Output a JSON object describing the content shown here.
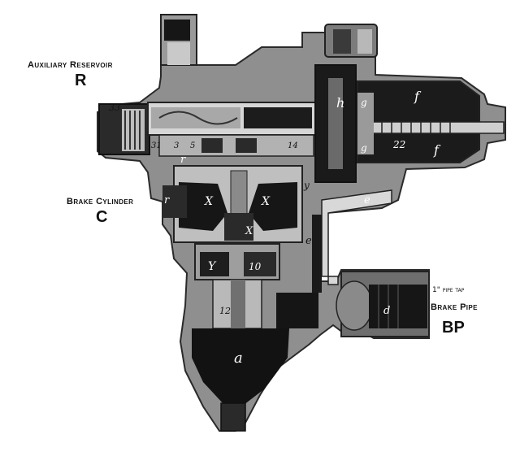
{
  "labels": {
    "aux_reservoir_title": "Auxiliary Reservoir",
    "aux_reservoir_letter": "R",
    "brake_cylinder_title": "Brake Cylinder",
    "brake_cylinder_letter": "C",
    "pipe_tap": "1\" pipe tap",
    "brake_pipe_title": "Brake Pipe",
    "brake_pipe_letter": "BP"
  },
  "part_marks": {
    "m33": "33",
    "m31": "31",
    "m3": "3",
    "m5": "5",
    "mr_upper": "r",
    "mr_left": "r",
    "mX_left": "X",
    "mX_right": "X",
    "mX_center": "X",
    "mY": "Y",
    "m10": "10",
    "m12": "12",
    "m14": "14",
    "mh": "h",
    "mf_upper": "f",
    "mf_lower": "f",
    "mg_upper": "g",
    "mg_lower": "g",
    "m22": "22",
    "me_right": "e",
    "me_lower": "e",
    "my": "y",
    "md": "d",
    "ma": "a"
  },
  "colors": {
    "casting": "#8f8f8f",
    "casting_dark": "#5a5a5a",
    "chamber": "#141414",
    "light": "#cfcfcf",
    "paper": "#ffffff"
  }
}
